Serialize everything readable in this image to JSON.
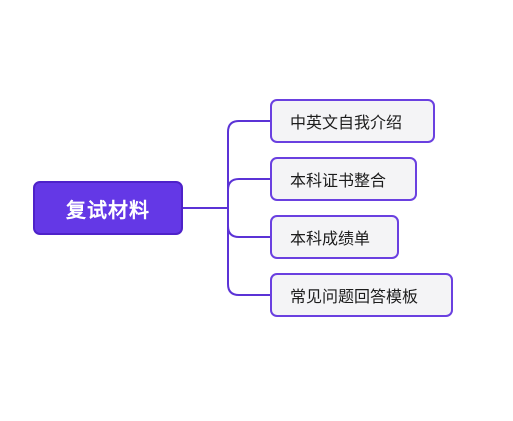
{
  "mindmap": {
    "root": {
      "label": "复试材料"
    },
    "children": [
      {
        "label": "中英文自我介绍"
      },
      {
        "label": "本科证书整合"
      },
      {
        "label": "本科成绩单"
      },
      {
        "label": "常见问题回答模板"
      }
    ]
  },
  "colors": {
    "root_fill": "#6438e6",
    "node_border": "#6a40e0",
    "child_fill": "#f4f4f6",
    "connector": "#5b33d6"
  }
}
